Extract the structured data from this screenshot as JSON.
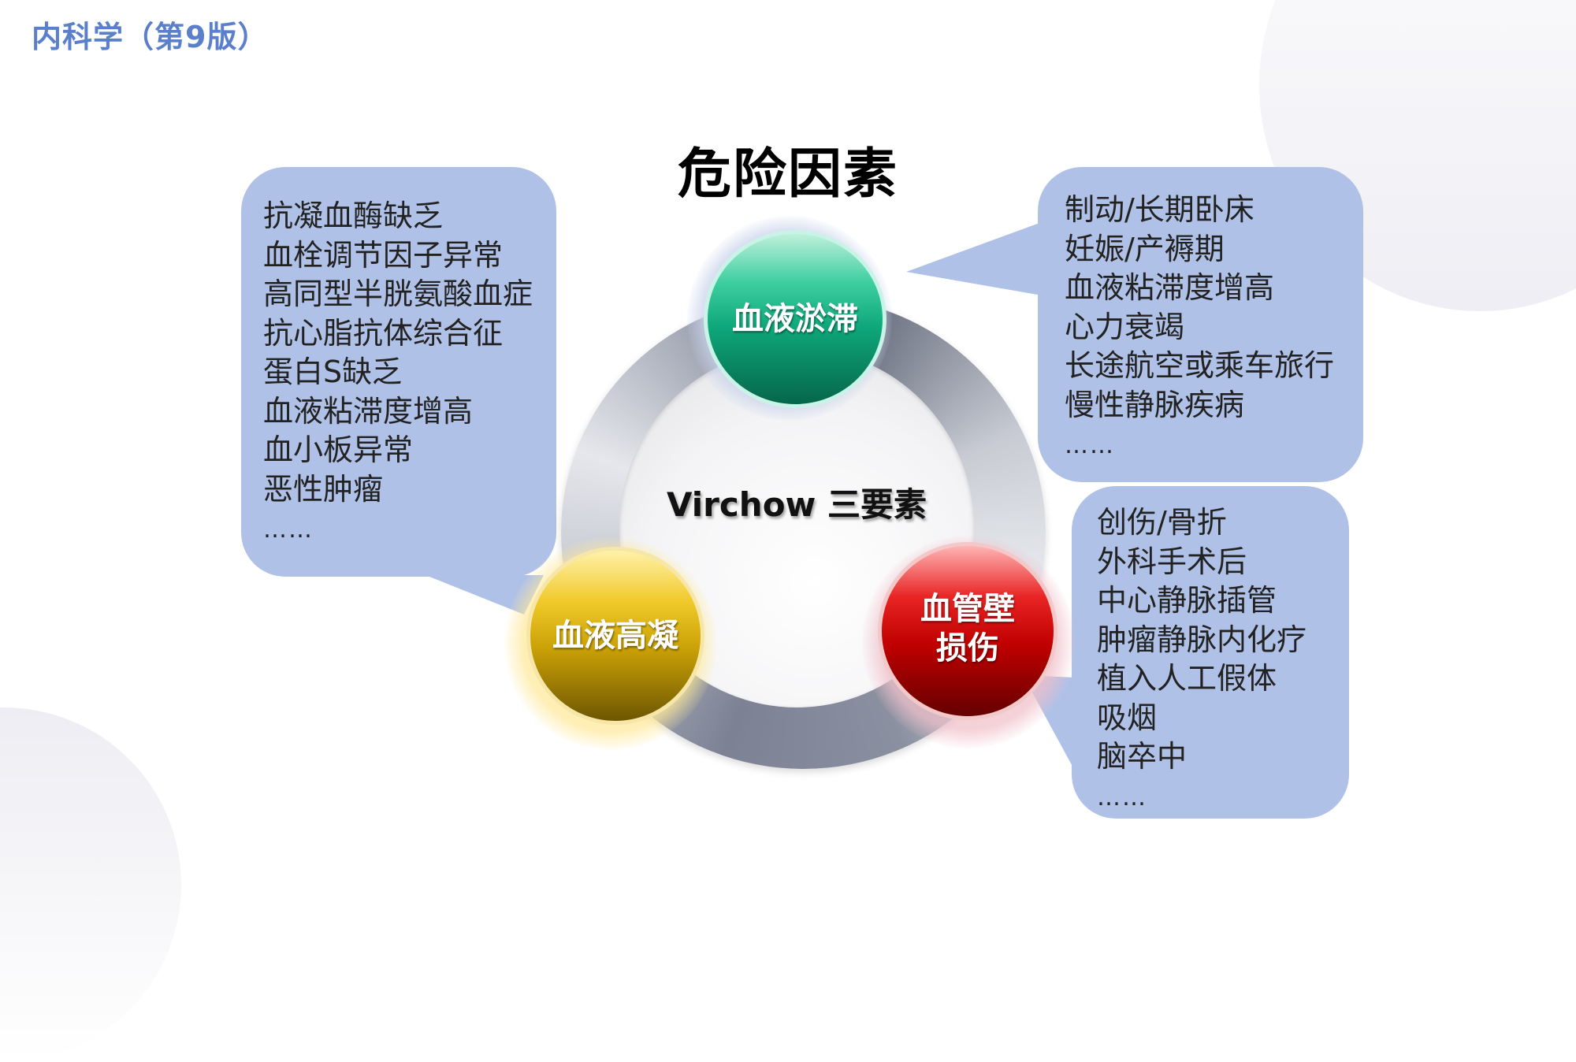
{
  "header": {
    "title": "内科学（第9版）"
  },
  "slide": {
    "title": "危险因素",
    "center_label": "Virchow 三要素",
    "factors": {
      "stasis": {
        "label": "血液淤滞",
        "color": "#0ea77a"
      },
      "hypercoagulability": {
        "label": "血液高凝",
        "color": "#c9a006"
      },
      "vessel_injury": {
        "label_line1": "血管壁",
        "label_line2": "损伤",
        "color": "#c00000"
      }
    },
    "callouts": {
      "hypercoagulability": {
        "items": [
          "抗凝血酶缺乏",
          "血栓调节因子异常",
          "高同型半胱氨酸血症",
          "抗心脂抗体综合征",
          "蛋白S缺乏",
          "血液粘滞度增高",
          "血小板异常",
          "恶性肿瘤"
        ],
        "more": "……"
      },
      "stasis": {
        "items": [
          "制动/长期卧床",
          "妊娠/产褥期",
          "血液粘滞度增高",
          "心力衰竭",
          "长途航空或乘车旅行",
          "慢性静脉疾病"
        ],
        "more": "……"
      },
      "vessel_injury": {
        "items": [
          "创伤/骨折",
          "外科手术后",
          "中心静脉插管",
          "肿瘤静脉内化疗",
          "植入人工假体",
          "吸烟",
          "脑卒中"
        ],
        "more": "……"
      }
    },
    "colors": {
      "callout_bg": "#b0c1e7",
      "header_text": "#5a7fcb"
    }
  }
}
